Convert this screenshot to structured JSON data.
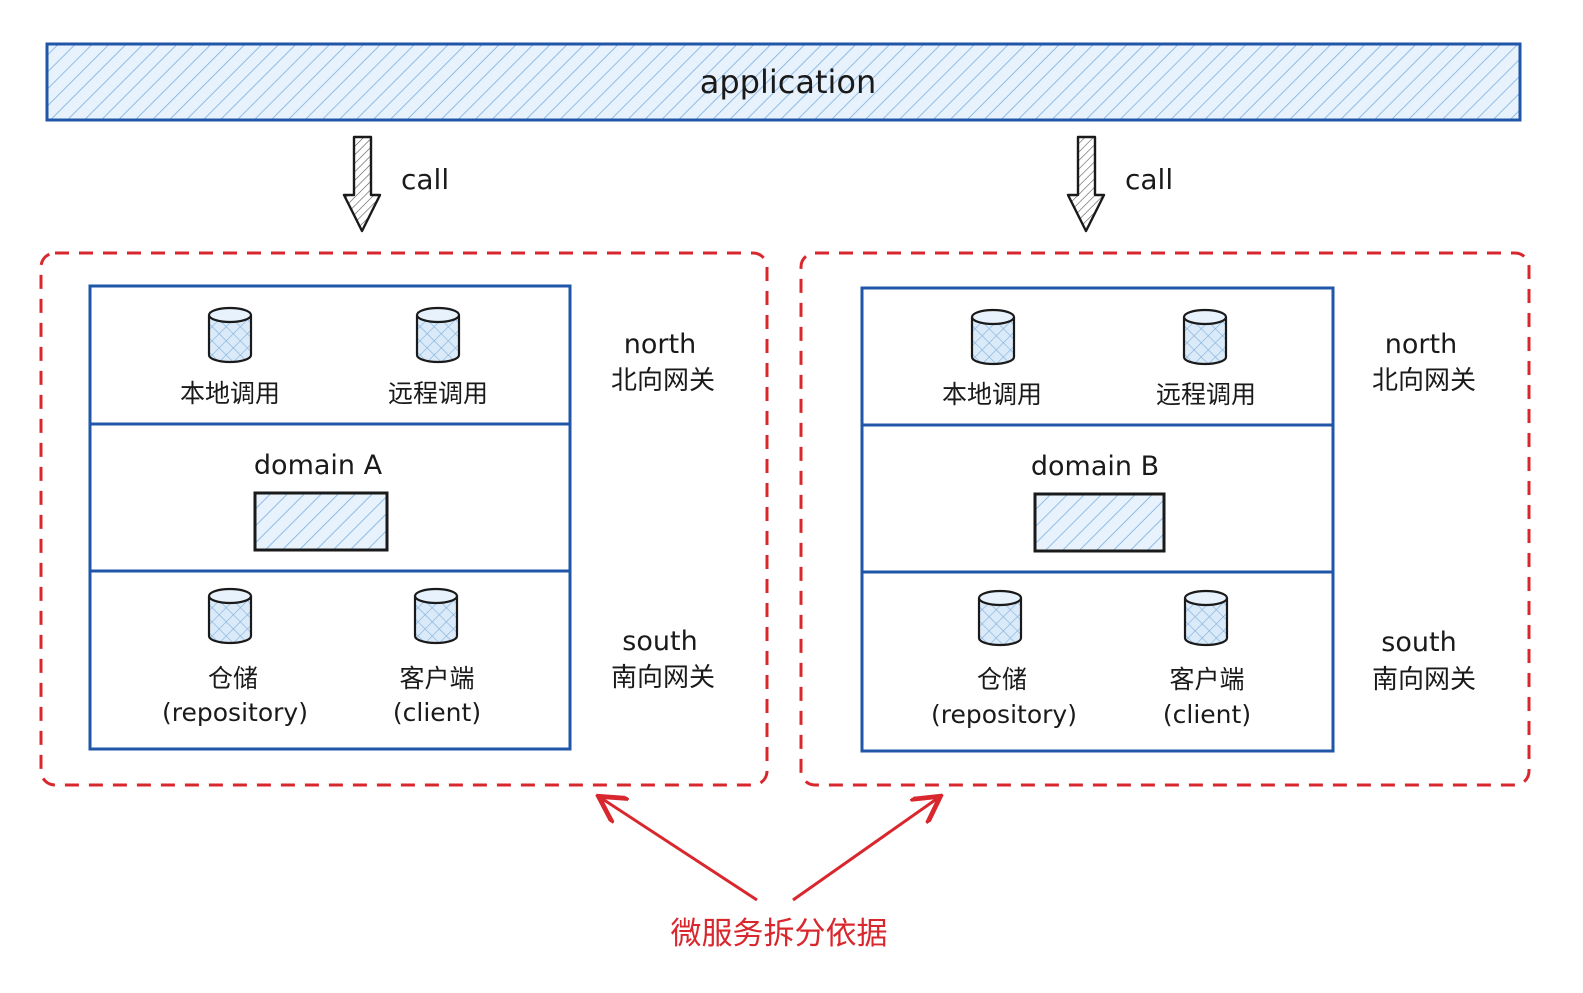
{
  "application": {
    "label": "application"
  },
  "arrows": {
    "call_label": "call"
  },
  "services": [
    {
      "north": {
        "left_label": "本地调用",
        "right_label": "远程调用",
        "side_en": "north",
        "side_cn": "北向网关"
      },
      "domain": {
        "label": "domain A"
      },
      "south": {
        "left_label": "仓储",
        "left_sub": "(repository)",
        "right_label": "客户端",
        "right_sub": "(client)",
        "side_en": "south",
        "side_cn": "南向网关"
      }
    },
    {
      "north": {
        "left_label": "本地调用",
        "right_label": "远程调用",
        "side_en": "north",
        "side_cn": "北向网关"
      },
      "domain": {
        "label": "domain B"
      },
      "south": {
        "left_label": "仓储",
        "left_sub": "(repository)",
        "right_label": "客户端",
        "right_sub": "(client)",
        "side_en": "south",
        "side_cn": "南向网关"
      }
    }
  ],
  "annotation": {
    "label": "微服务拆分依据"
  },
  "colors": {
    "blue": "#1f56a8",
    "hatch": "#8fbce6",
    "hatch_bg": "#e8f2fc",
    "red": "#d9272e",
    "ink": "#1a1a1a"
  }
}
